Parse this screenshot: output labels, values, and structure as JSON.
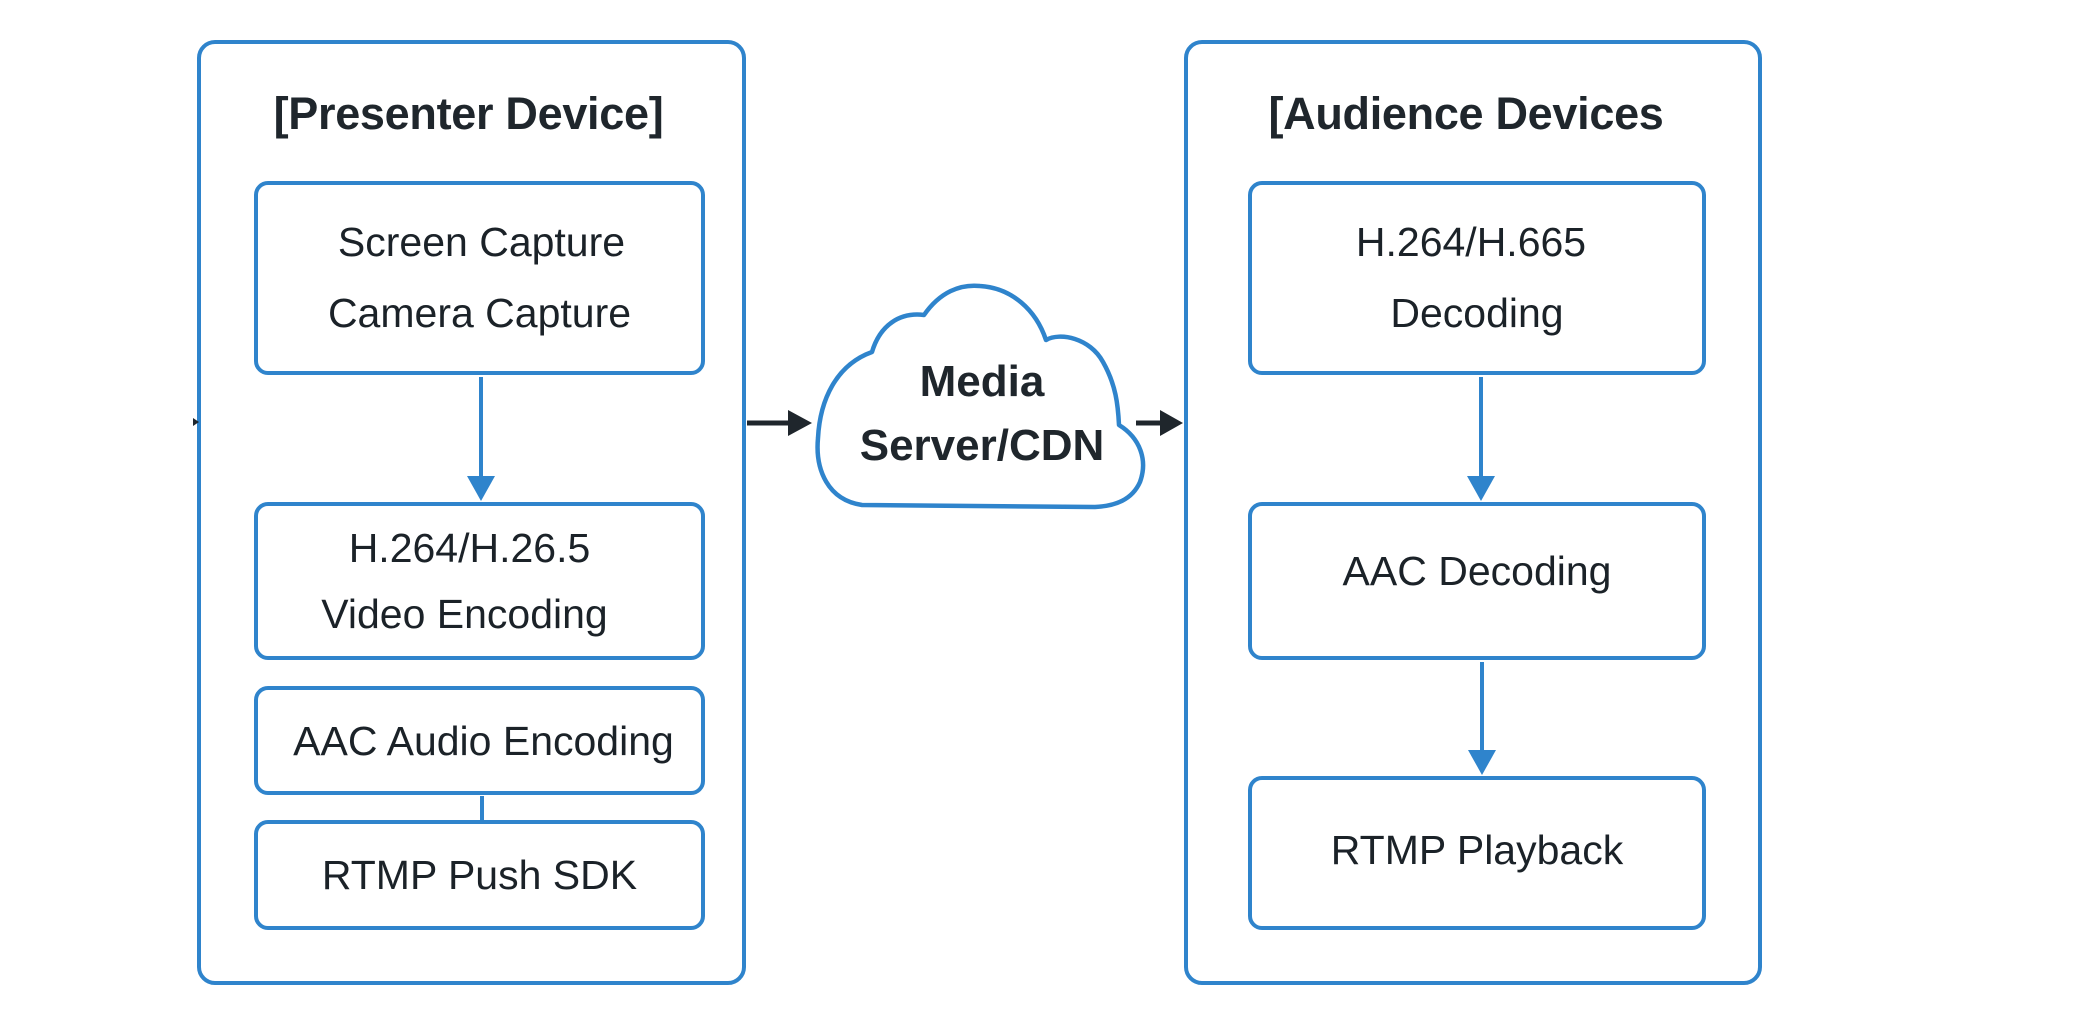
{
  "diagram": {
    "colors": {
      "box_stroke": "#2f84cc",
      "flow_arrow": "#2f84cc",
      "network_arrow": "#1f262c",
      "text": "#1b2228"
    },
    "presenter": {
      "title": "[Presenter Device]",
      "nodes": [
        {
          "lines": [
            "Screen Capture",
            "Camera Capture"
          ]
        },
        {
          "lines": [
            "H.264/H.26.5",
            "Video Encoding"
          ]
        },
        {
          "lines": [
            "AAC Audio Encoding"
          ]
        },
        {
          "lines": [
            "RTMP Push SDK"
          ]
        }
      ]
    },
    "server": {
      "lines": [
        "Media",
        "Server/CDN"
      ],
      "shape": "cloud"
    },
    "audience": {
      "title": "[Audience Devices",
      "nodes": [
        {
          "lines": [
            "H.264/H.665",
            "Decoding"
          ]
        },
        {
          "lines": [
            "AAC Decoding"
          ]
        },
        {
          "lines": [
            "RTMP Playback"
          ]
        }
      ]
    },
    "edges": [
      {
        "from": "Screen Capture / Camera Capture",
        "to": "H.264/H.26.5 Video Encoding",
        "type": "arrow"
      },
      {
        "from": "AAC Audio Encoding",
        "to": "RTMP Push SDK",
        "type": "line"
      },
      {
        "from": "Presenter Device",
        "to": "Media Server/CDN",
        "type": "arrow"
      },
      {
        "from": "Media Server/CDN",
        "to": "Audience Devices",
        "type": "arrow"
      },
      {
        "from": "H.264/H.665 Decoding",
        "to": "AAC Decoding",
        "type": "arrow"
      },
      {
        "from": "AAC Decoding",
        "to": "RTMP Playback",
        "type": "arrow"
      }
    ]
  }
}
